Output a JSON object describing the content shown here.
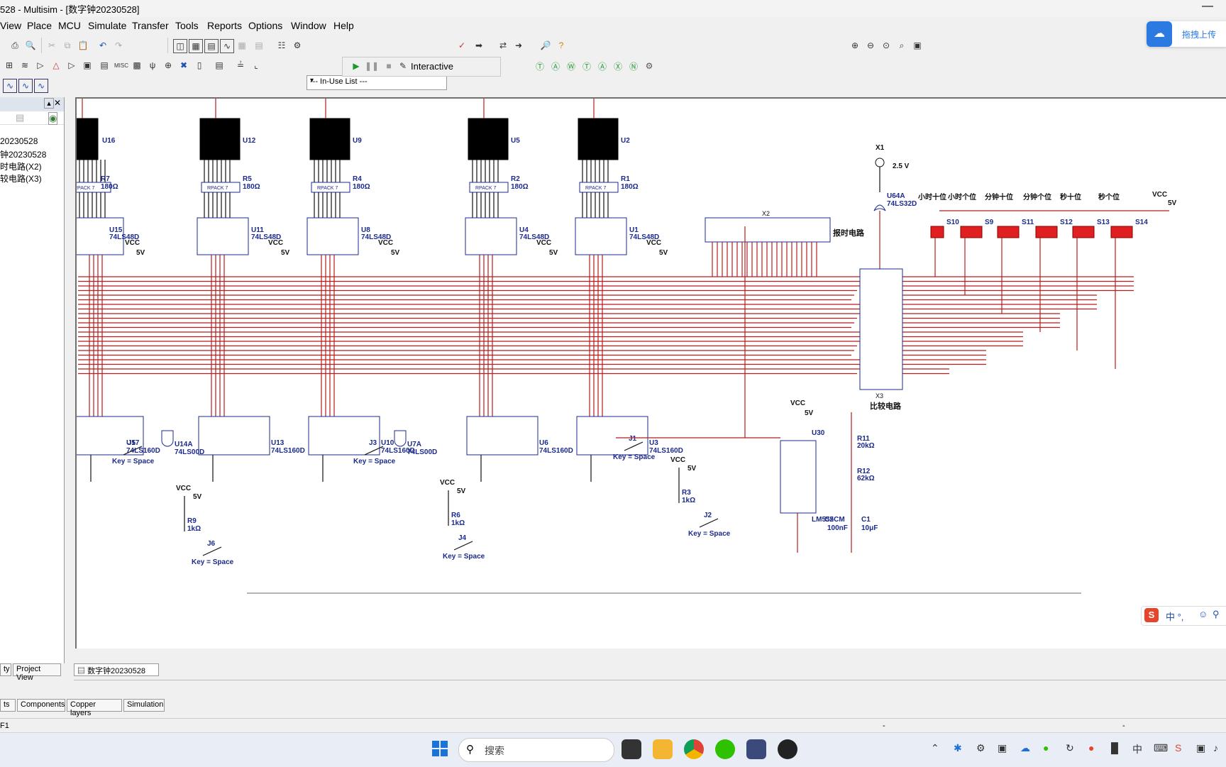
{
  "window": {
    "title": "528 - Multisim - [数字钟20230528]",
    "minimize": "—"
  },
  "menu": [
    "View",
    "Place",
    "MCU",
    "Simulate",
    "Transfer",
    "Tools",
    "Reports",
    "Options",
    "Window",
    "Help"
  ],
  "toolbar": {
    "inuse_list": "--- In-Use List ---",
    "interactive": "Interactive"
  },
  "cloud": {
    "label": "拖拽上传"
  },
  "left_panel": {
    "items": [
      "20230528",
      "钟20230528",
      "时电路(X2)",
      "较电路(X3)"
    ],
    "tabs": [
      "ty",
      "Project View"
    ]
  },
  "design_tab": "数字钟20230528",
  "bottom_tabs": [
    "ts",
    "Components",
    "Copper layers",
    "Simulation"
  ],
  "status": {
    "left": "F1",
    "mid": "-",
    "right": "-"
  },
  "taskbar": {
    "search": "搜索"
  },
  "ime": "中 °,",
  "schematic": {
    "displays": [
      "U16",
      "U12",
      "U9",
      "U5",
      "U2"
    ],
    "resistor_packs": [
      [
        "R7",
        "180Ω"
      ],
      [
        "R5",
        "180Ω"
      ],
      [
        "R4",
        "180Ω"
      ],
      [
        "R2",
        "180Ω"
      ],
      [
        "R1",
        "180Ω"
      ]
    ],
    "rpack": "RPACK 7",
    "decoders": [
      [
        "U15",
        "74LS48D"
      ],
      [
        "U11",
        "74LS48D"
      ],
      [
        "U8",
        "74LS48D"
      ],
      [
        "U4",
        "74LS48D"
      ],
      [
        "U1",
        "74LS48D"
      ]
    ],
    "counters": [
      [
        "U17",
        "74LS160D"
      ],
      [
        "U13",
        "74LS160D"
      ],
      [
        "U10",
        "74LS160D"
      ],
      [
        "U6",
        "74LS160D"
      ],
      [
        "U3",
        "74LS160D"
      ]
    ],
    "nands": [
      [
        "U14A",
        "74LS00D"
      ],
      [
        "U7A",
        "74LS00D"
      ]
    ],
    "or_gate": [
      "U64A",
      "74LS32D"
    ],
    "switch_labels": [
      "小时十位",
      "小时个位",
      "分钟十位",
      "分钟个位",
      "秒十位",
      "秒个位"
    ],
    "switches": [
      "S10",
      "S9",
      "S11",
      "S12",
      "S13",
      "S14"
    ],
    "x1": "X1",
    "x1_val": "2.5 V",
    "x2": "X2",
    "x2_label": "报时电路",
    "x3": "X3",
    "x3_label": "比较电路",
    "vcc": "VCC",
    "v5": "5V",
    "keys": [
      "J5",
      "J3",
      "J1",
      "J6",
      "J4",
      "J2"
    ],
    "key_text": "Key = Space",
    "resistors": [
      [
        "R9",
        "1kΩ"
      ],
      [
        "R6",
        "1kΩ"
      ],
      [
        "R3",
        "1kΩ"
      ],
      [
        "R11",
        "20kΩ"
      ],
      [
        "R12",
        "62kΩ"
      ]
    ],
    "timer": [
      "U30",
      "LM555CM"
    ],
    "caps": [
      [
        "C2",
        "100nF"
      ],
      [
        "C1",
        "10μF"
      ]
    ]
  }
}
